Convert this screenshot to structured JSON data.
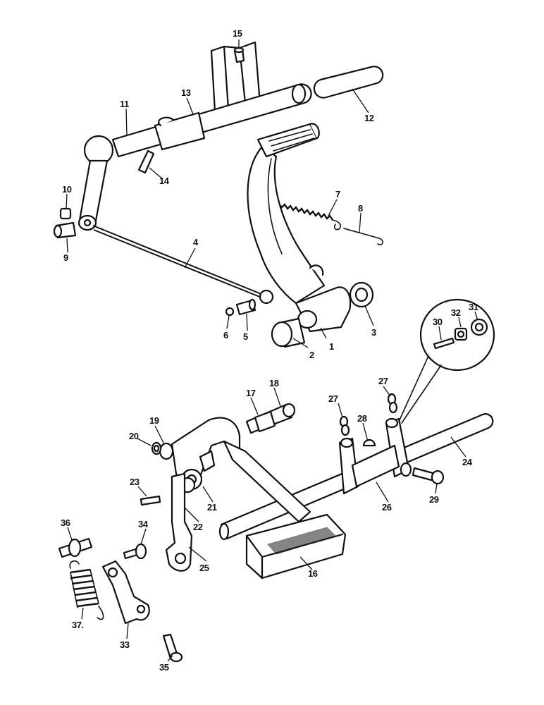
{
  "colors": {
    "ink": "#111111",
    "paper": "#ffffff"
  },
  "callouts": [
    {
      "id": "c1",
      "text": "1"
    },
    {
      "id": "c2",
      "text": "2"
    },
    {
      "id": "c3",
      "text": "3"
    },
    {
      "id": "c4",
      "text": "4"
    },
    {
      "id": "c5",
      "text": "5"
    },
    {
      "id": "c6",
      "text": "6"
    },
    {
      "id": "c7",
      "text": "7"
    },
    {
      "id": "c8",
      "text": "8"
    },
    {
      "id": "c9",
      "text": "9"
    },
    {
      "id": "c10",
      "text": "10"
    },
    {
      "id": "c11",
      "text": "11"
    },
    {
      "id": "c12",
      "text": "12"
    },
    {
      "id": "c13",
      "text": "13"
    },
    {
      "id": "c14",
      "text": "14"
    },
    {
      "id": "c15",
      "text": "15"
    },
    {
      "id": "c16",
      "text": "16"
    },
    {
      "id": "c17",
      "text": "17"
    },
    {
      "id": "c18",
      "text": "18"
    },
    {
      "id": "c19",
      "text": "19"
    },
    {
      "id": "c20",
      "text": "20"
    },
    {
      "id": "c21",
      "text": "21"
    },
    {
      "id": "c22",
      "text": "22"
    },
    {
      "id": "c23",
      "text": "23"
    },
    {
      "id": "c24",
      "text": "24"
    },
    {
      "id": "c25",
      "text": "25"
    },
    {
      "id": "c26",
      "text": "26"
    },
    {
      "id": "c27a",
      "text": "27"
    },
    {
      "id": "c27b",
      "text": "27"
    },
    {
      "id": "c28",
      "text": "28"
    },
    {
      "id": "c29",
      "text": "29"
    },
    {
      "id": "c30",
      "text": "30"
    },
    {
      "id": "c31",
      "text": "31"
    },
    {
      "id": "c32",
      "text": "32"
    },
    {
      "id": "c33",
      "text": "33"
    },
    {
      "id": "c34",
      "text": "34"
    },
    {
      "id": "c35",
      "text": "35"
    },
    {
      "id": "c36",
      "text": "36"
    },
    {
      "id": "c37",
      "text": "37."
    }
  ]
}
